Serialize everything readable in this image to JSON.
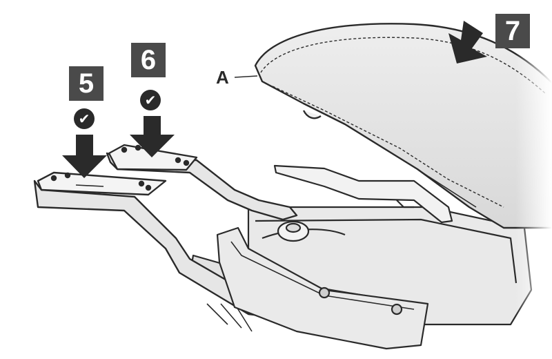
{
  "steps": {
    "five": {
      "label": "5",
      "check": "✔"
    },
    "six": {
      "label": "6",
      "check": "✔"
    },
    "seven": {
      "label": "7"
    }
  },
  "callout": {
    "letter": "A"
  },
  "icons": {
    "check": "check-circle-icon",
    "arrow": "down-arrow-icon"
  },
  "colors": {
    "step_box": "#4a4a4a",
    "line": "#2a2a2a",
    "part_fill": "#ececec",
    "seat_fill": "#e4e4e4"
  }
}
